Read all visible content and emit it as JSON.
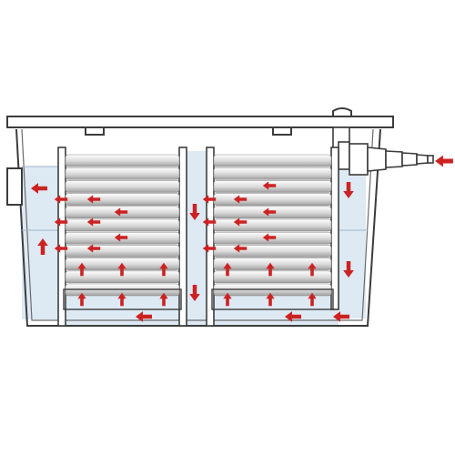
{
  "diagram": {
    "kind": "pond filter flow cross-section",
    "colors": {
      "outline": "#3c3c3c",
      "water": "#dde9f3",
      "water_edge": "#c9d9e7",
      "sponge_light": "#ffffff",
      "sponge_dark": "#a9a9a9",
      "arrow": "#cc2222",
      "background": "#ffffff"
    },
    "parts": [
      {
        "id": "filter-housing",
        "icon": "tank-outline"
      },
      {
        "id": "lid",
        "icon": "lid-outline"
      },
      {
        "id": "inlet-hose-connector",
        "icon": "stepped-hose-tail"
      },
      {
        "id": "outlet-port",
        "icon": "side-outlet"
      },
      {
        "id": "sponge-stack-left",
        "icon": "foam-sponges",
        "layers": 11
      },
      {
        "id": "sponge-stack-right",
        "icon": "foam-sponges",
        "layers": 11
      },
      {
        "id": "divider-left",
        "icon": "baffle-wall"
      },
      {
        "id": "divider-middle",
        "icon": "baffle-wall"
      },
      {
        "id": "divider-right",
        "icon": "baffle-wall"
      }
    ],
    "flow_directions": [
      "left",
      "down",
      "up",
      "left-bottom"
    ]
  }
}
